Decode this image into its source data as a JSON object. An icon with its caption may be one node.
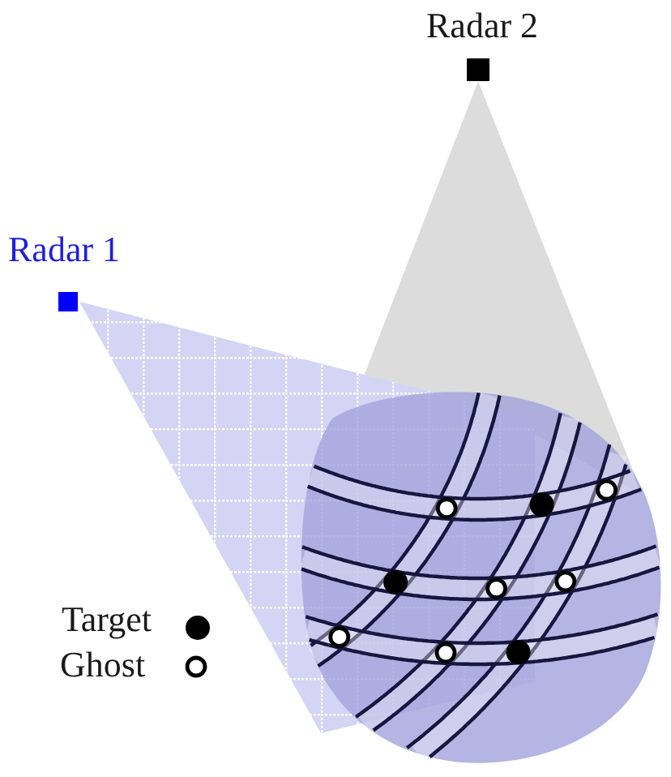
{
  "diagram": {
    "labels": [
      "Radar 2",
      "Radar 1"
    ],
    "legend": [
      {
        "text": "Target"
      },
      {
        "text": "Ghost"
      }
    ]
  }
}
